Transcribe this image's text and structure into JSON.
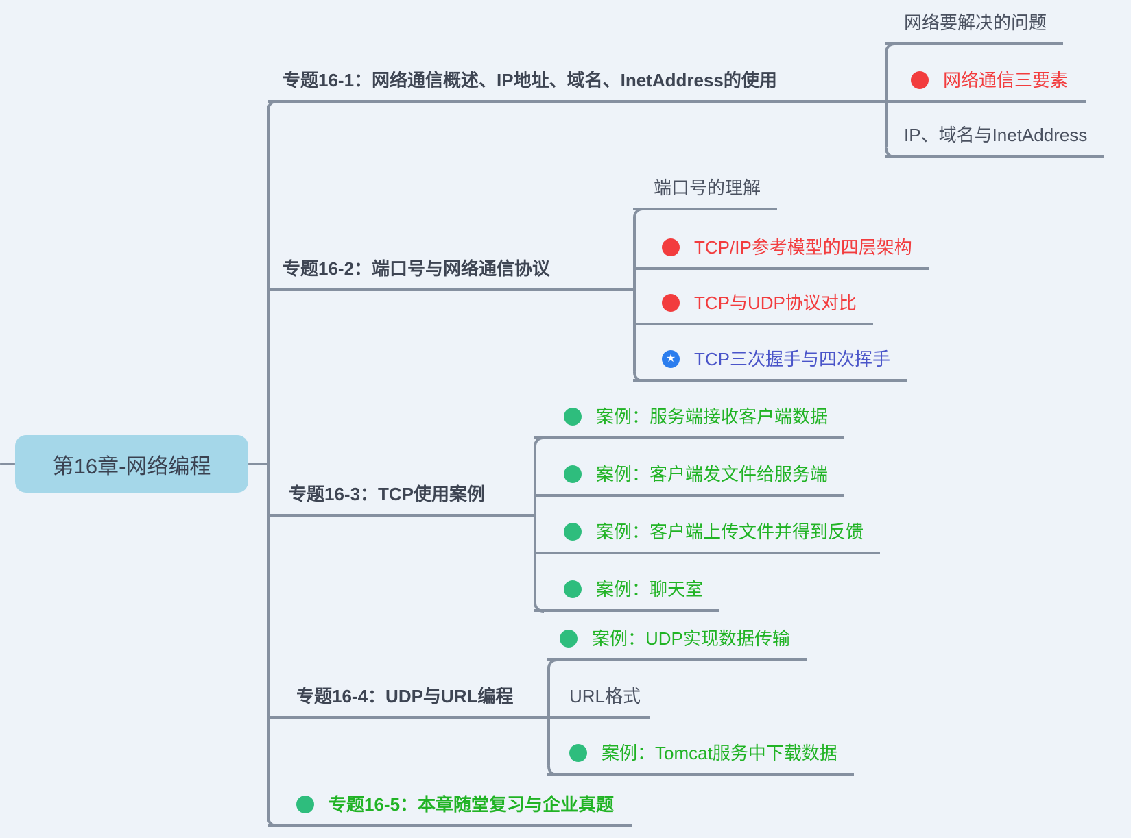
{
  "app": {
    "type": "mind-map-canvas"
  },
  "colors": {
    "background": "#EEF3F9",
    "connector_line": "#8590A0",
    "root_fill": "#A5D7E9",
    "label_text_dark": "#3E4553",
    "plain_text_gray": "#4A5160",
    "red_text": "#F23C3E",
    "red_dot": "#F23C3E",
    "green_text": "#21B325",
    "green_dot": "#2EBD7D",
    "blue_star_circle": "#2B7DEE",
    "blue_text": "#4A55C9"
  },
  "icons": {
    "star_glyph": "★",
    "dot_names": [
      "red-dot-icon",
      "green-dot-icon",
      "blue-star-icon"
    ]
  },
  "root": {
    "label": "第16章-网络编程"
  },
  "branches": [
    {
      "label": "专题16-1：网络通信概述、IP地址、域名、InetAddress的使用",
      "children": [
        {
          "label": "网络要解决的问题",
          "style": "plain",
          "icon": ""
        },
        {
          "label": "网络通信三要素",
          "style": "red",
          "icon": "red-dot"
        },
        {
          "label": "IP、域名与InetAddress",
          "style": "plain",
          "icon": ""
        }
      ]
    },
    {
      "label": "专题16-2：端口号与网络通信协议",
      "children": [
        {
          "label": "端口号的理解",
          "style": "plain",
          "icon": ""
        },
        {
          "label": "TCP/IP参考模型的四层架构",
          "style": "red",
          "icon": "red-dot"
        },
        {
          "label": "TCP与UDP协议对比",
          "style": "red",
          "icon": "red-dot"
        },
        {
          "label": "TCP三次握手与四次挥手",
          "style": "blue",
          "icon": "blue-star"
        }
      ]
    },
    {
      "label": "专题16-3：TCP使用案例",
      "children": [
        {
          "label": "案例：服务端接收客户端数据",
          "style": "green",
          "icon": "green-dot"
        },
        {
          "label": "案例：客户端发文件给服务端",
          "style": "green",
          "icon": "green-dot"
        },
        {
          "label": "案例：客户端上传文件并得到反馈",
          "style": "green",
          "icon": "green-dot"
        },
        {
          "label": "案例：聊天室",
          "style": "green",
          "icon": "green-dot"
        }
      ]
    },
    {
      "label": "专题16-4：UDP与URL编程",
      "children": [
        {
          "label": "案例：UDP实现数据传输",
          "style": "green",
          "icon": "green-dot"
        },
        {
          "label": "URL格式",
          "style": "plain",
          "icon": ""
        },
        {
          "label": "案例：Tomcat服务中下载数据",
          "style": "green",
          "icon": "green-dot"
        }
      ]
    },
    {
      "label": "专题16-5：本章随堂复习与企业真题",
      "style": "green-bold",
      "icon": "green-dot",
      "children": []
    }
  ]
}
